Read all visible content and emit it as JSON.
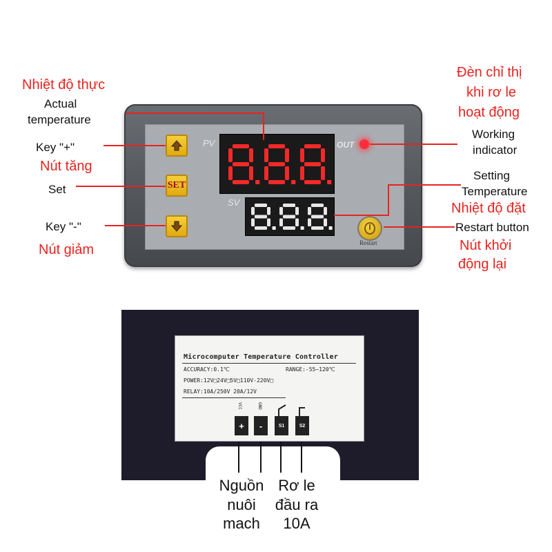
{
  "callouts_left": {
    "actual_vi": "Nhiệt độ thực",
    "actual_en_1": "Actual",
    "actual_en_2": "temperature",
    "key_plus_en": "Key \"+\"",
    "key_plus_vi": "Nút tăng",
    "set_en": "Set",
    "key_minus_en": "Key \"-\"",
    "key_minus_vi": "Nút giảm"
  },
  "callouts_right": {
    "indicator_vi_1": "Đèn chỉ thị",
    "indicator_vi_2": "khi rơ le",
    "indicator_vi_3": "hoạt động",
    "indicator_en_1": "Working",
    "indicator_en_2": "indicator",
    "setting_en_1": "Setting",
    "setting_en_2": "Temperature",
    "setting_vi": "Nhiệt độ đặt",
    "restart_en": "Restart button",
    "restart_vi_1": "Nút khởi",
    "restart_vi_2": "động lại"
  },
  "panel": {
    "pv_label": "PV",
    "sv_label": "SV",
    "out_label": "OUT",
    "set_key": "SET",
    "restart_label": "Restart",
    "pv_digits": [
      "8",
      "8",
      "8"
    ],
    "sv_digits": [
      "8",
      "8",
      "8"
    ],
    "pv_color": "#ff2a2a",
    "sv_color": "#f2f2f2",
    "led_color": "#ff2d3a",
    "key_color": "#f0c020"
  },
  "sticker": {
    "title": "Microcomputer Temperature Controller",
    "accuracy": "ACCURACY:0.1℃",
    "range": "RANGE:-55~120℃",
    "power": "POWER:12V□24V□5V□110V-220V□",
    "relay": "RELAY:10A/250V  20A/12V",
    "term_labels": [
      "VCC",
      "GND",
      "S1",
      "S2"
    ],
    "term_symbols": [
      "+",
      "-",
      "",
      ""
    ]
  },
  "bottom": {
    "power_1": "Nguồn",
    "power_2": "nuôi",
    "power_3": "mach",
    "relay_1": "Rơ le",
    "relay_2": "đầu ra",
    "relay_3": "10A"
  }
}
